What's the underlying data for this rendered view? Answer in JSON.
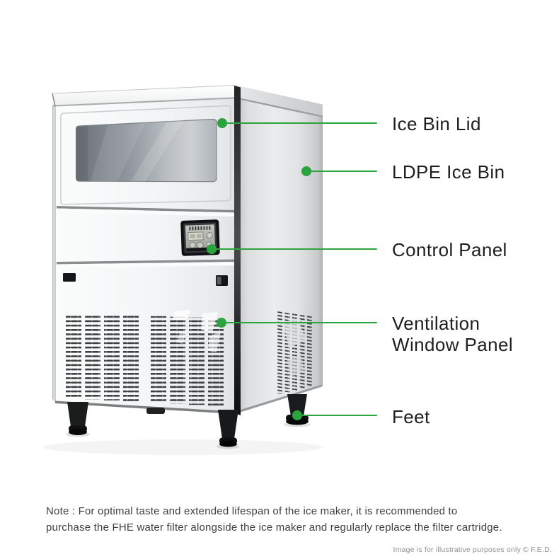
{
  "colors": {
    "accent_green": "#2ba33e",
    "label_text": "#1e1e1e",
    "note_text": "#3f3f3f",
    "footer_text": "#8f8f8f"
  },
  "callouts": [
    {
      "id": "ice-bin-lid",
      "label": "Ice Bin Lid"
    },
    {
      "id": "ldpe-ice-bin",
      "label": "LDPE Ice Bin"
    },
    {
      "id": "control-panel",
      "label": "Control Panel"
    },
    {
      "id": "ventilation-window-panel",
      "label": "Ventilation Window Panel"
    },
    {
      "id": "feet",
      "label": "Feet"
    }
  ],
  "note": {
    "line1": "Note : For optimal taste and extended lifespan of the ice maker, it is recommended to",
    "line2": "purchase the FHE water filter alongside the ice maker and regularly replace the filter cartridge."
  },
  "footer": {
    "disclaimer": "Image is for illustrative purposes only © F.E.D."
  }
}
